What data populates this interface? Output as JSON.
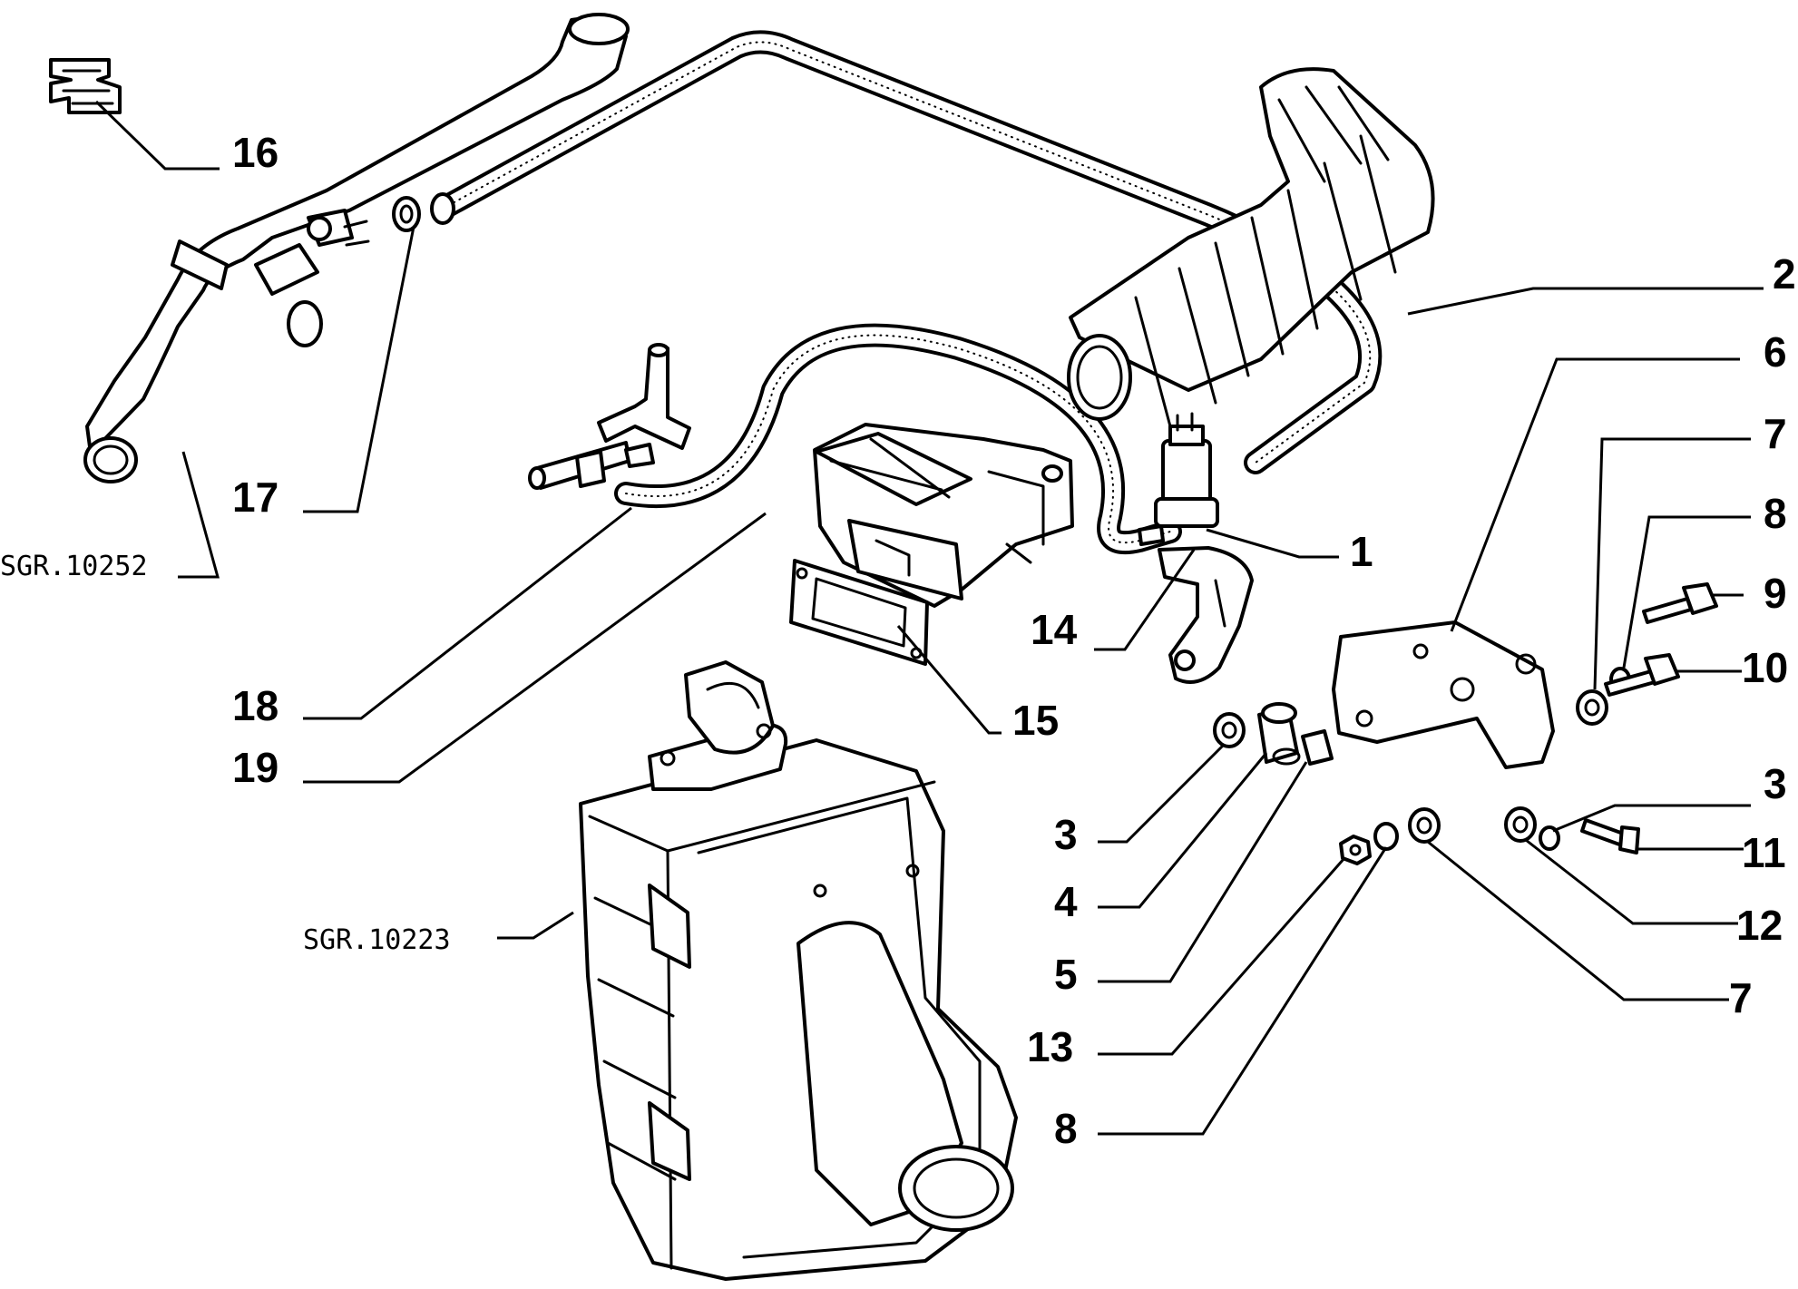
{
  "labels": {
    "l1": "1",
    "l2": "2",
    "l3a": "3",
    "l3b": "3",
    "l4": "4",
    "l5": "5",
    "l6": "6",
    "l7a": "7",
    "l7b": "7",
    "l8a": "8",
    "l8b": "8",
    "l9": "9",
    "l10": "10",
    "l11": "11",
    "l12": "12",
    "l13": "13",
    "l14": "14",
    "l15": "15",
    "l16": "16",
    "l17": "17",
    "l18": "18",
    "l19": "19"
  },
  "refs": {
    "coolant_pipe": "SGR.10252",
    "air_box": "SGR.10223"
  },
  "colors": {
    "ink": "#000000",
    "paper": "#ffffff"
  }
}
